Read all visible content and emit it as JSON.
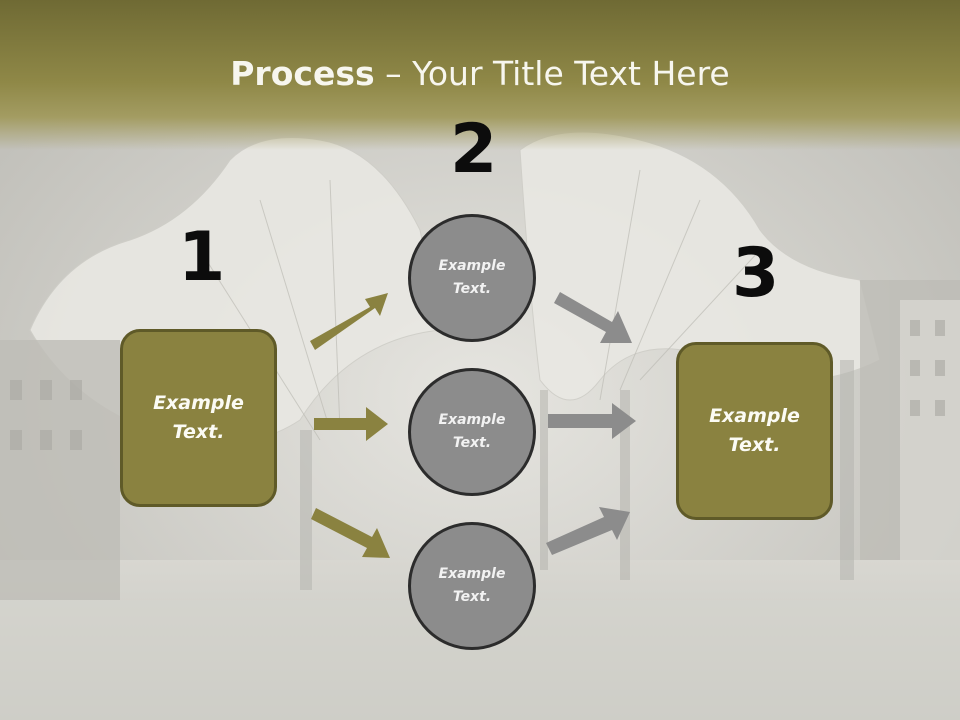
{
  "title": {
    "bold": "Process",
    "rest": " – Your Title Text Here"
  },
  "steps": [
    {
      "number": "1",
      "text": "Example\nText."
    },
    {
      "number": "2",
      "text": "Example\nText."
    },
    {
      "number": "3",
      "text": "Example\nText."
    }
  ],
  "circles": [
    {
      "text": "Example\nText."
    },
    {
      "text": "Example\nText."
    },
    {
      "text": "Example\nText."
    }
  ],
  "colors": {
    "title_band": "#8f8847",
    "box_fill": "#8a8240",
    "box_border": "#5f5a28",
    "circle_fill": "#8c8c8c",
    "left_arrows": "#8a8240",
    "right_arrows": "#8c8c8c"
  }
}
